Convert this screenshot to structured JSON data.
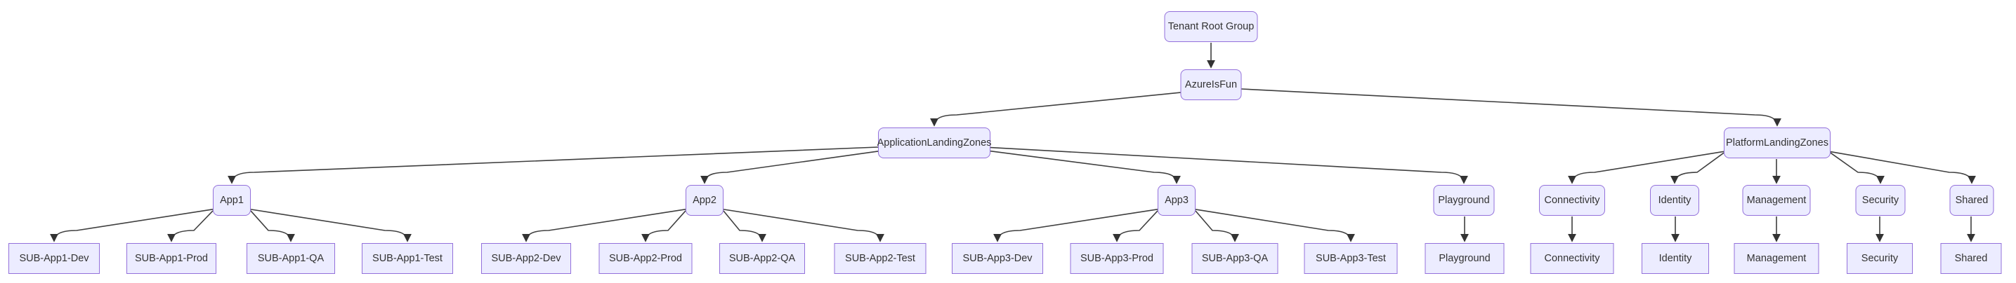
{
  "diagram": {
    "kind": "flowchart",
    "direction": "top-down",
    "colors": {
      "background": "#ffffff",
      "node_fill": "#ECECFF",
      "node_border": "#9370DB",
      "node_text": "#333333",
      "edge": "#3f3f3f"
    },
    "nodes": [
      {
        "id": "tenant-root-group",
        "label": "Tenant Root Group"
      },
      {
        "id": "azure-is-fun",
        "label": "AzureIsFun"
      },
      {
        "id": "application-landing-zones",
        "label": "ApplicationLandingZones"
      },
      {
        "id": "platform-landing-zones",
        "label": "PlatformLandingZones"
      },
      {
        "id": "app1",
        "label": "App1"
      },
      {
        "id": "app2",
        "label": "App2"
      },
      {
        "id": "app3",
        "label": "App3"
      },
      {
        "id": "playground-mg",
        "label": "Playground"
      },
      {
        "id": "connectivity-mg",
        "label": "Connectivity"
      },
      {
        "id": "identity-mg",
        "label": "Identity"
      },
      {
        "id": "management-mg",
        "label": "Management"
      },
      {
        "id": "security-mg",
        "label": "Security"
      },
      {
        "id": "shared-mg",
        "label": "Shared"
      },
      {
        "id": "sub-app1-dev",
        "label": "SUB-App1-Dev"
      },
      {
        "id": "sub-app1-prod",
        "label": "SUB-App1-Prod"
      },
      {
        "id": "sub-app1-qa",
        "label": "SUB-App1-QA"
      },
      {
        "id": "sub-app1-test",
        "label": "SUB-App1-Test"
      },
      {
        "id": "sub-app2-dev",
        "label": "SUB-App2-Dev"
      },
      {
        "id": "sub-app2-prod",
        "label": "SUB-App2-Prod"
      },
      {
        "id": "sub-app2-qa",
        "label": "SUB-App2-QA"
      },
      {
        "id": "sub-app2-test",
        "label": "SUB-App2-Test"
      },
      {
        "id": "sub-app3-dev",
        "label": "SUB-App3-Dev"
      },
      {
        "id": "sub-app3-prod",
        "label": "SUB-App3-Prod"
      },
      {
        "id": "sub-app3-qa",
        "label": "SUB-App3-QA"
      },
      {
        "id": "sub-app3-test",
        "label": "SUB-App3-Test"
      },
      {
        "id": "playground-sub",
        "label": "Playground"
      },
      {
        "id": "connectivity-sub",
        "label": "Connectivity"
      },
      {
        "id": "identity-sub",
        "label": "Identity"
      },
      {
        "id": "management-sub",
        "label": "Management"
      },
      {
        "id": "security-sub",
        "label": "Security"
      },
      {
        "id": "shared-sub",
        "label": "Shared"
      }
    ],
    "edges": [
      {
        "from": "tenant-root-group",
        "to": "azure-is-fun"
      },
      {
        "from": "azure-is-fun",
        "to": "application-landing-zones"
      },
      {
        "from": "azure-is-fun",
        "to": "platform-landing-zones"
      },
      {
        "from": "application-landing-zones",
        "to": "app1"
      },
      {
        "from": "application-landing-zones",
        "to": "app2"
      },
      {
        "from": "application-landing-zones",
        "to": "app3"
      },
      {
        "from": "application-landing-zones",
        "to": "playground-mg"
      },
      {
        "from": "platform-landing-zones",
        "to": "connectivity-mg"
      },
      {
        "from": "platform-landing-zones",
        "to": "identity-mg"
      },
      {
        "from": "platform-landing-zones",
        "to": "management-mg"
      },
      {
        "from": "platform-landing-zones",
        "to": "security-mg"
      },
      {
        "from": "platform-landing-zones",
        "to": "shared-mg"
      },
      {
        "from": "app1",
        "to": "sub-app1-dev"
      },
      {
        "from": "app1",
        "to": "sub-app1-prod"
      },
      {
        "from": "app1",
        "to": "sub-app1-qa"
      },
      {
        "from": "app1",
        "to": "sub-app1-test"
      },
      {
        "from": "app2",
        "to": "sub-app2-dev"
      },
      {
        "from": "app2",
        "to": "sub-app2-prod"
      },
      {
        "from": "app2",
        "to": "sub-app2-qa"
      },
      {
        "from": "app2",
        "to": "sub-app2-test"
      },
      {
        "from": "app3",
        "to": "sub-app3-dev"
      },
      {
        "from": "app3",
        "to": "sub-app3-prod"
      },
      {
        "from": "app3",
        "to": "sub-app3-qa"
      },
      {
        "from": "app3",
        "to": "sub-app3-test"
      },
      {
        "from": "playground-mg",
        "to": "playground-sub"
      },
      {
        "from": "connectivity-mg",
        "to": "connectivity-sub"
      },
      {
        "from": "identity-mg",
        "to": "identity-sub"
      },
      {
        "from": "management-mg",
        "to": "management-sub"
      },
      {
        "from": "security-mg",
        "to": "security-sub"
      },
      {
        "from": "shared-mg",
        "to": "shared-sub"
      }
    ]
  }
}
